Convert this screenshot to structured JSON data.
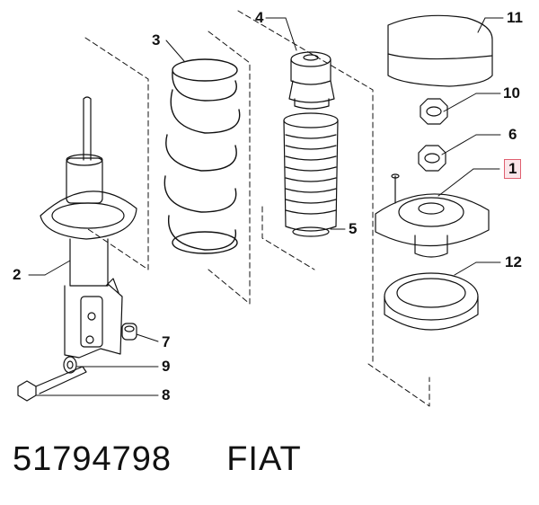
{
  "callouts": {
    "c1": "1",
    "c2": "2",
    "c3": "3",
    "c4": "4",
    "c5": "5",
    "c6": "6",
    "c7": "7",
    "c8": "8",
    "c9": "9",
    "c10": "10",
    "c11": "11",
    "c12": "12"
  },
  "highlighted_callout": "1",
  "caption": {
    "part_number": "51794798",
    "brand": "FIAT"
  },
  "colors": {
    "line": "#111111",
    "highlight_border": "#e06070",
    "highlight_fill": "#fbe6ea",
    "background": "#ffffff"
  }
}
